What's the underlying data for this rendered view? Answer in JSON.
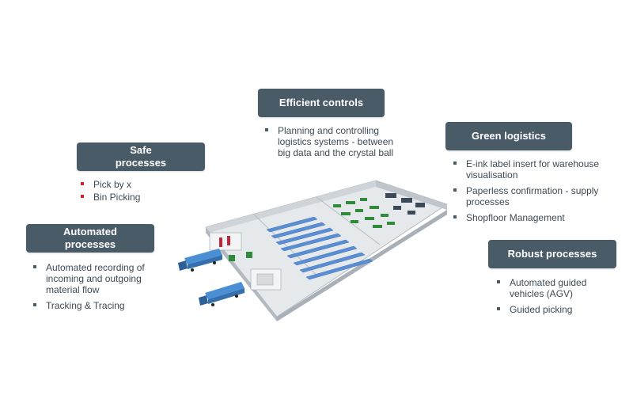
{
  "colors": {
    "pill_bg": "#4a5b68",
    "bullet_dark": "#4a5b68",
    "bullet_red": "#c0283a",
    "shelf_blue": "#5a8fd6",
    "plant_green": "#2f8a3a",
    "truck_blue": "#4a8fd4",
    "floor": "#e6e9ec",
    "wall": "#c9ced3"
  },
  "boxes": {
    "efficient": {
      "title": "Efficient controls",
      "items": [
        "Planning and controlling logistics systems - between big data and the crystal ball"
      ]
    },
    "safe": {
      "title_line1": "Safe",
      "title_line2": "processes",
      "items": [
        "Pick by x",
        "Bin Picking"
      ]
    },
    "green": {
      "title": "Green logistics",
      "items": [
        "E-ink label insert for warehouse visualisation",
        "Paperless confirmation - supply processes",
        "Shopfloor Management"
      ]
    },
    "automated": {
      "title_line1": "Automated",
      "title_line2": "processes",
      "items": [
        "Automated recording of incoming and outgoing material flow",
        "Tracking & Tracing"
      ]
    },
    "robust": {
      "title": "Robust processes",
      "items": [
        "Automated guided vehicles (AGV)",
        "Guided picking"
      ]
    }
  },
  "illustration": {
    "icon": "warehouse-3d-illustration"
  }
}
